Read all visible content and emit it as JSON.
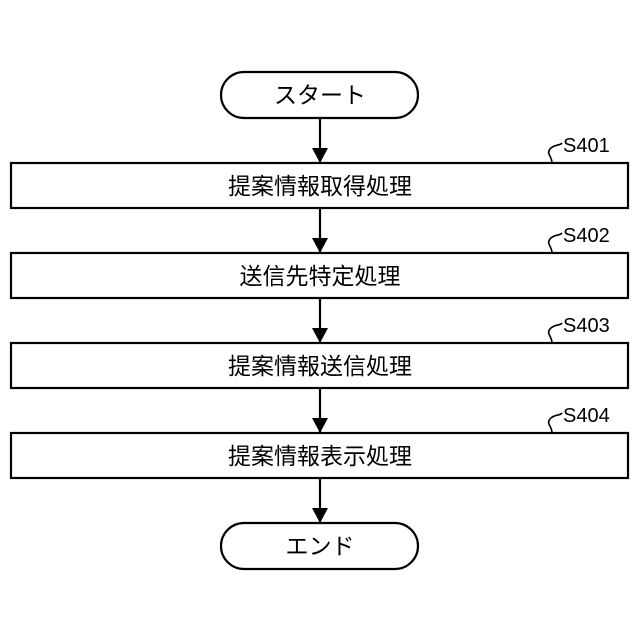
{
  "diagram": {
    "start": {
      "label": "スタート"
    },
    "steps": [
      {
        "id": "S401",
        "label": "提案情報取得処理"
      },
      {
        "id": "S402",
        "label": "送信先特定処理"
      },
      {
        "id": "S403",
        "label": "提案情報送信処理"
      },
      {
        "id": "S404",
        "label": "提案情報表示処理"
      }
    ],
    "end": {
      "label": "エンド"
    }
  }
}
